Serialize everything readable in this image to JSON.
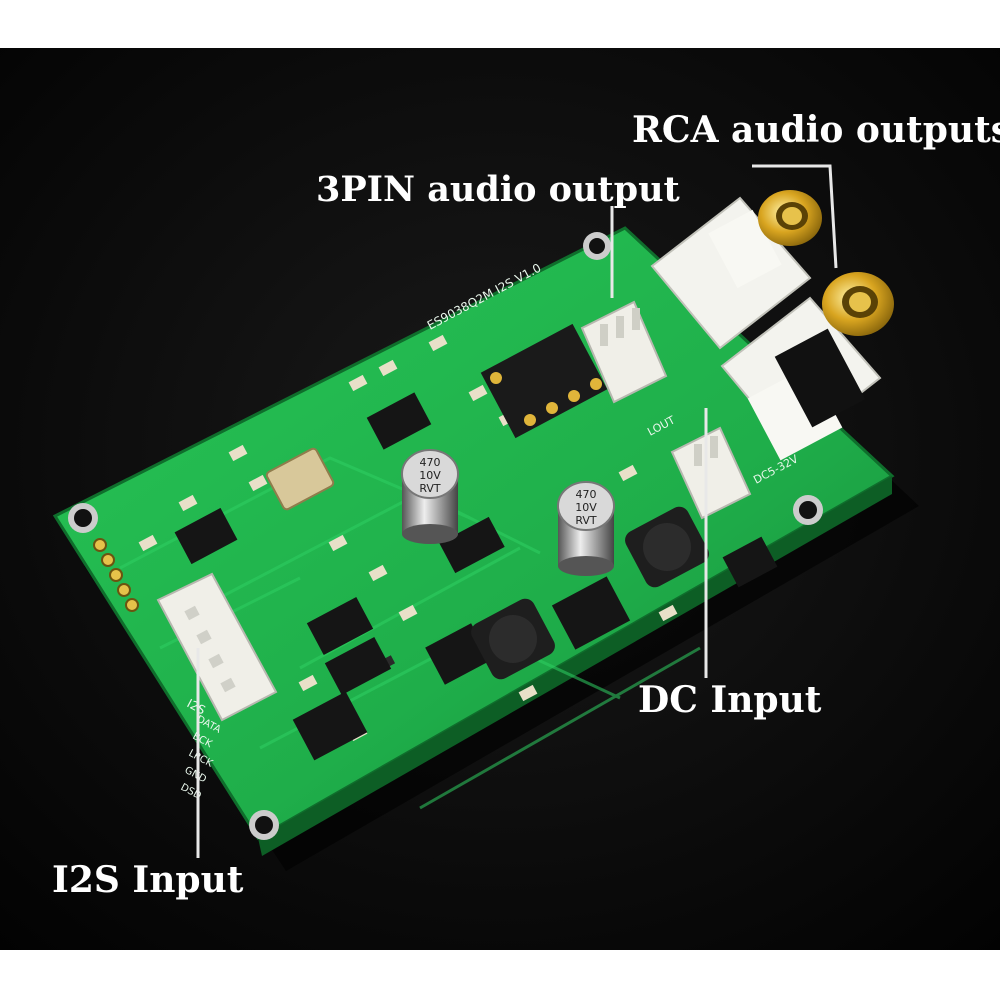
{
  "callouts": {
    "rca": "RCA audio outputs",
    "pin3": "3PIN audio output",
    "dc": "DC Input",
    "i2s": "I2S Input"
  },
  "board_markings": {
    "model": "ES9038Q2M I2S V1.0",
    "cap1": [
      "470",
      "10V",
      "RVT"
    ],
    "cap2": [
      "470",
      "10V",
      "RVT"
    ],
    "lout": "LOUT",
    "dc_range": "DC5-32V",
    "i2s_header": "I2S",
    "i2s_pins": [
      "DATA",
      "BCK",
      "LRCK",
      "GND",
      "DSD"
    ]
  },
  "colors": {
    "background": "#050505",
    "pcb": "#1fae4a",
    "label": "#ffffff"
  }
}
